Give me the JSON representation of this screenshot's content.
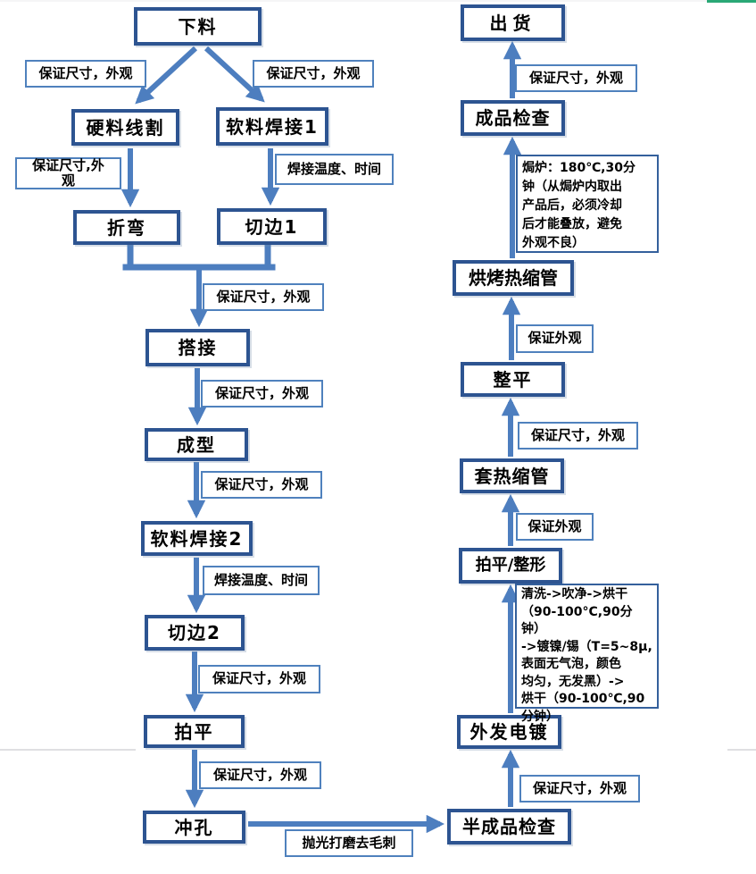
{
  "colors": {
    "arrow": "#4d7ebf",
    "process_border": "#2d5491",
    "label_border": "#4f81bd",
    "note_border": "#34609c",
    "text": "#000000",
    "top_bar_green": "#2aa876",
    "top_strip_gray": "#f5f5f6",
    "artifact_line": "#dfdfe2"
  },
  "flow": {
    "nodes": [
      {
        "id": "blanking",
        "label": "下料"
      },
      {
        "id": "hard-material-wire-cut",
        "label": "硬料线割"
      },
      {
        "id": "soft-material-weld-1",
        "label": "软料焊接1"
      },
      {
        "id": "bending",
        "label": "折弯"
      },
      {
        "id": "trim-1",
        "label": "切边1"
      },
      {
        "id": "lap-joint",
        "label": "搭接"
      },
      {
        "id": "forming",
        "label": "成型"
      },
      {
        "id": "soft-material-weld-2",
        "label": "软料焊接2"
      },
      {
        "id": "trim-2",
        "label": "切边2"
      },
      {
        "id": "flattening",
        "label": "拍平"
      },
      {
        "id": "punching",
        "label": "冲孔"
      },
      {
        "id": "semi-finished-inspection",
        "label": "半成品检查"
      },
      {
        "id": "outsourced-plating",
        "label": "外发电镀"
      },
      {
        "id": "flatten-reshape",
        "label": "拍平/整形"
      },
      {
        "id": "sleeve-heat-shrink-tube",
        "label": "套热缩管"
      },
      {
        "id": "leveling",
        "label": "整平"
      },
      {
        "id": "bake-heat-shrink-tube",
        "label": "烘烤热缩管"
      },
      {
        "id": "finished-inspection",
        "label": "成品检查"
      },
      {
        "id": "shipping",
        "label": "出货"
      }
    ],
    "edge_labels": [
      {
        "label": "保证尺寸，外观"
      },
      {
        "label": "保证尺寸，外观"
      },
      {
        "label": "保证尺寸,外\n观"
      },
      {
        "label": "焊接温度、时间"
      },
      {
        "label": "保证尺寸，外观"
      },
      {
        "label": "保证尺寸，外观"
      },
      {
        "label": "保证尺寸，外观"
      },
      {
        "label": "焊接温度、时间"
      },
      {
        "label": "保证尺寸，外观"
      },
      {
        "label": "保证尺寸，外观"
      },
      {
        "label": "抛光打磨去毛刺"
      },
      {
        "label": "保证尺寸，外观"
      },
      {
        "label": "保证外观"
      },
      {
        "label": "保证尺寸，外观"
      },
      {
        "label": "保证外观"
      },
      {
        "label": "保证尺寸，外观"
      }
    ],
    "notes": [
      {
        "label": "焗炉：180℃,30分\n钟（从焗炉内取出\n产品后，必须冷却\n后才能叠放，避免\n外观不良）"
      },
      {
        "label": "清洗->吹净->烘干\n（90-100°C,90分钟）\n->镀镍/锡（T=5~8μ,\n表面无气泡，颜色\n均匀，无发黑）->\n烘干（90-100℃,90\n分钟）"
      }
    ]
  }
}
